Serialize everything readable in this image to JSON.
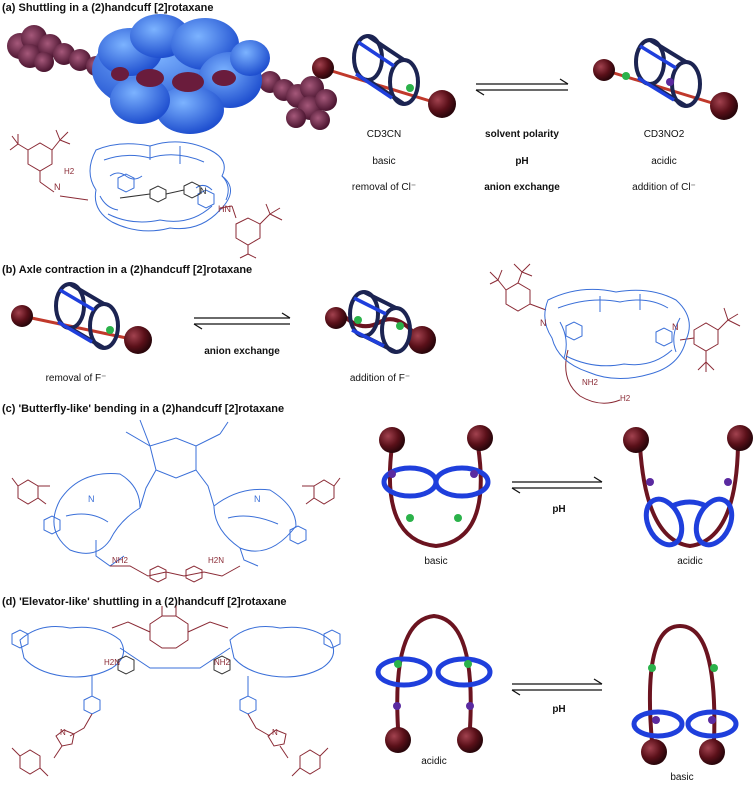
{
  "panels": {
    "a": {
      "title": "(a) Shuttling in a (2)handcuff [2]rotaxane",
      "left_col": [
        "CD3CN",
        "basic",
        "removal of Cl⁻"
      ],
      "mid_col": [
        "solvent polarity",
        "pH",
        "anion exchange"
      ],
      "right_col": [
        "CD3NO2",
        "acidic",
        "addition of Cl⁻"
      ],
      "structure_labels": [
        "H2",
        "N",
        "N",
        "HN"
      ]
    },
    "b": {
      "title": "(b) Axle contraction in a (2)handcuff [2]rotaxane",
      "left": "removal of F⁻",
      "mid": "anion exchange",
      "right": "addition of F⁻",
      "structure_labels": [
        "N",
        "NH2",
        "N",
        "H2"
      ]
    },
    "c": {
      "title": "(c) 'Butterfly-like' bending in a (2)handcuff [2]rotaxane",
      "left": "basic",
      "mid": "pH",
      "right": "acidic",
      "structure_labels": [
        "N",
        "N",
        "NH2",
        "H2N"
      ]
    },
    "d": {
      "title": "(d) 'Elevator-like' shuttling in a (2)handcuff [2]rotaxane",
      "left": "acidic",
      "mid": "pH",
      "right": "basic",
      "structure_labels": [
        "H2N",
        "NH2",
        "N",
        "N"
      ]
    }
  },
  "colors": {
    "ring": "#1f3fdc",
    "ring_dark": "#1c2452",
    "axle": "#6b1420",
    "stopper": "#4a0d16",
    "station_green": "#2bb24a",
    "station_purple": "#5a2aa0",
    "struct_blue": "#3a6fd8",
    "struct_red": "#8a2a35"
  }
}
